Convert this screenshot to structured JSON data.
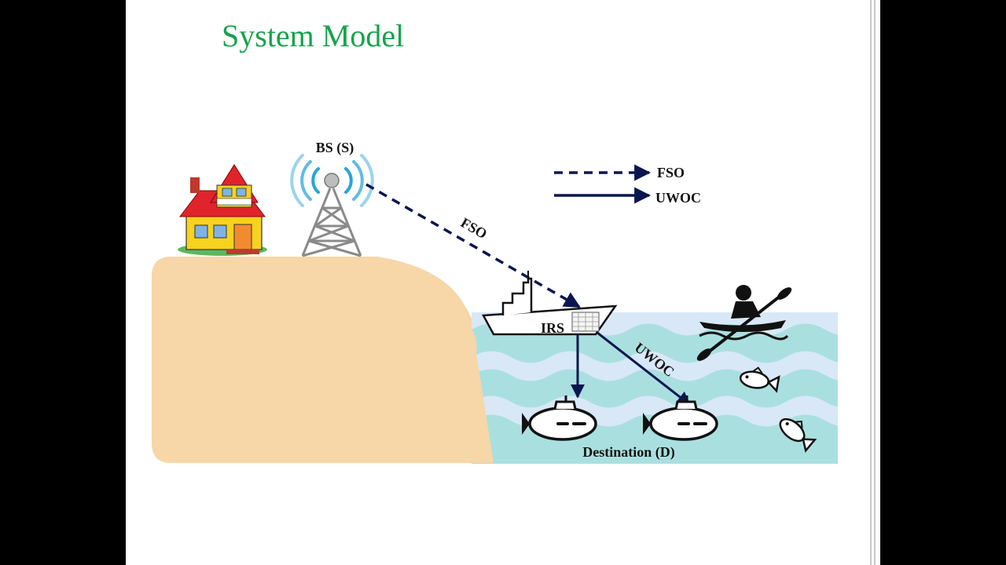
{
  "slide": {
    "title": "System Model"
  },
  "diagram": {
    "labels": {
      "base_station": "BS (S)",
      "fso_link": "FSO",
      "uwoc_link": "UWOC",
      "irs": "IRS",
      "destination": "Destination (D)"
    },
    "legend": {
      "fso": "FSO",
      "uwoc": "UWOC"
    },
    "icons": [
      "house-icon",
      "tower-icon",
      "ship-icon",
      "irs-panel-icon",
      "submarine-icon",
      "kayaker-icon",
      "fish-icon"
    ],
    "colors": {
      "title": "#16a34a",
      "land": "#f7d6a7",
      "water_light": "#d8e8f7",
      "water_teal": "#a9e0df",
      "link": "#0b1650",
      "signal": "#1e9fd6"
    }
  }
}
